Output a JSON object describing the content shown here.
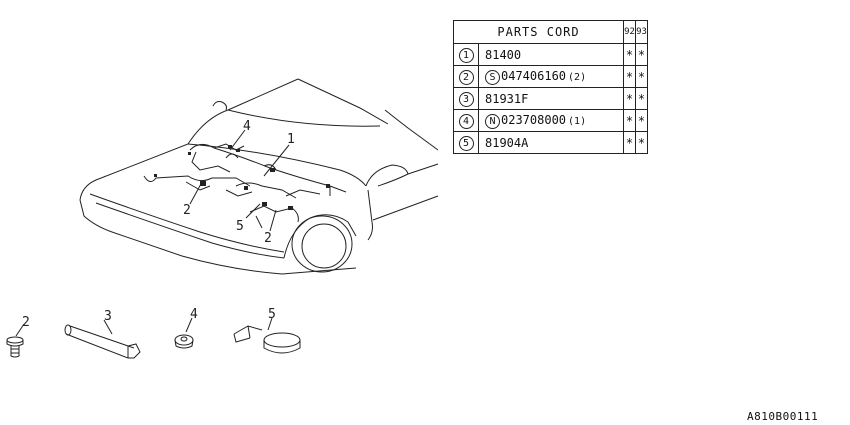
{
  "table": {
    "header": "PARTS CORD",
    "years": [
      "92",
      "93"
    ],
    "rows": [
      {
        "num": "1",
        "prefix": "",
        "code": "81400",
        "qty": "",
        "marks": [
          "*",
          "*"
        ]
      },
      {
        "num": "2",
        "prefix": "S",
        "code": "047406160",
        "qty": "(2)",
        "marks": [
          "*",
          "*"
        ]
      },
      {
        "num": "3",
        "prefix": "",
        "code": "81931F",
        "qty": "",
        "marks": [
          "*",
          "*"
        ]
      },
      {
        "num": "4",
        "prefix": "N",
        "code": "023708000",
        "qty": "(1)",
        "marks": [
          "*",
          "*"
        ]
      },
      {
        "num": "5",
        "prefix": "",
        "code": "81904A",
        "qty": "",
        "marks": [
          "*",
          "*"
        ]
      }
    ]
  },
  "callouts": {
    "car_1": "1",
    "car_2a": "2",
    "car_2b": "2",
    "car_4": "4",
    "car_5": "5",
    "part_2": "2",
    "part_3": "3",
    "part_4": "4",
    "part_5": "5"
  },
  "ref_code": "A810B00111"
}
